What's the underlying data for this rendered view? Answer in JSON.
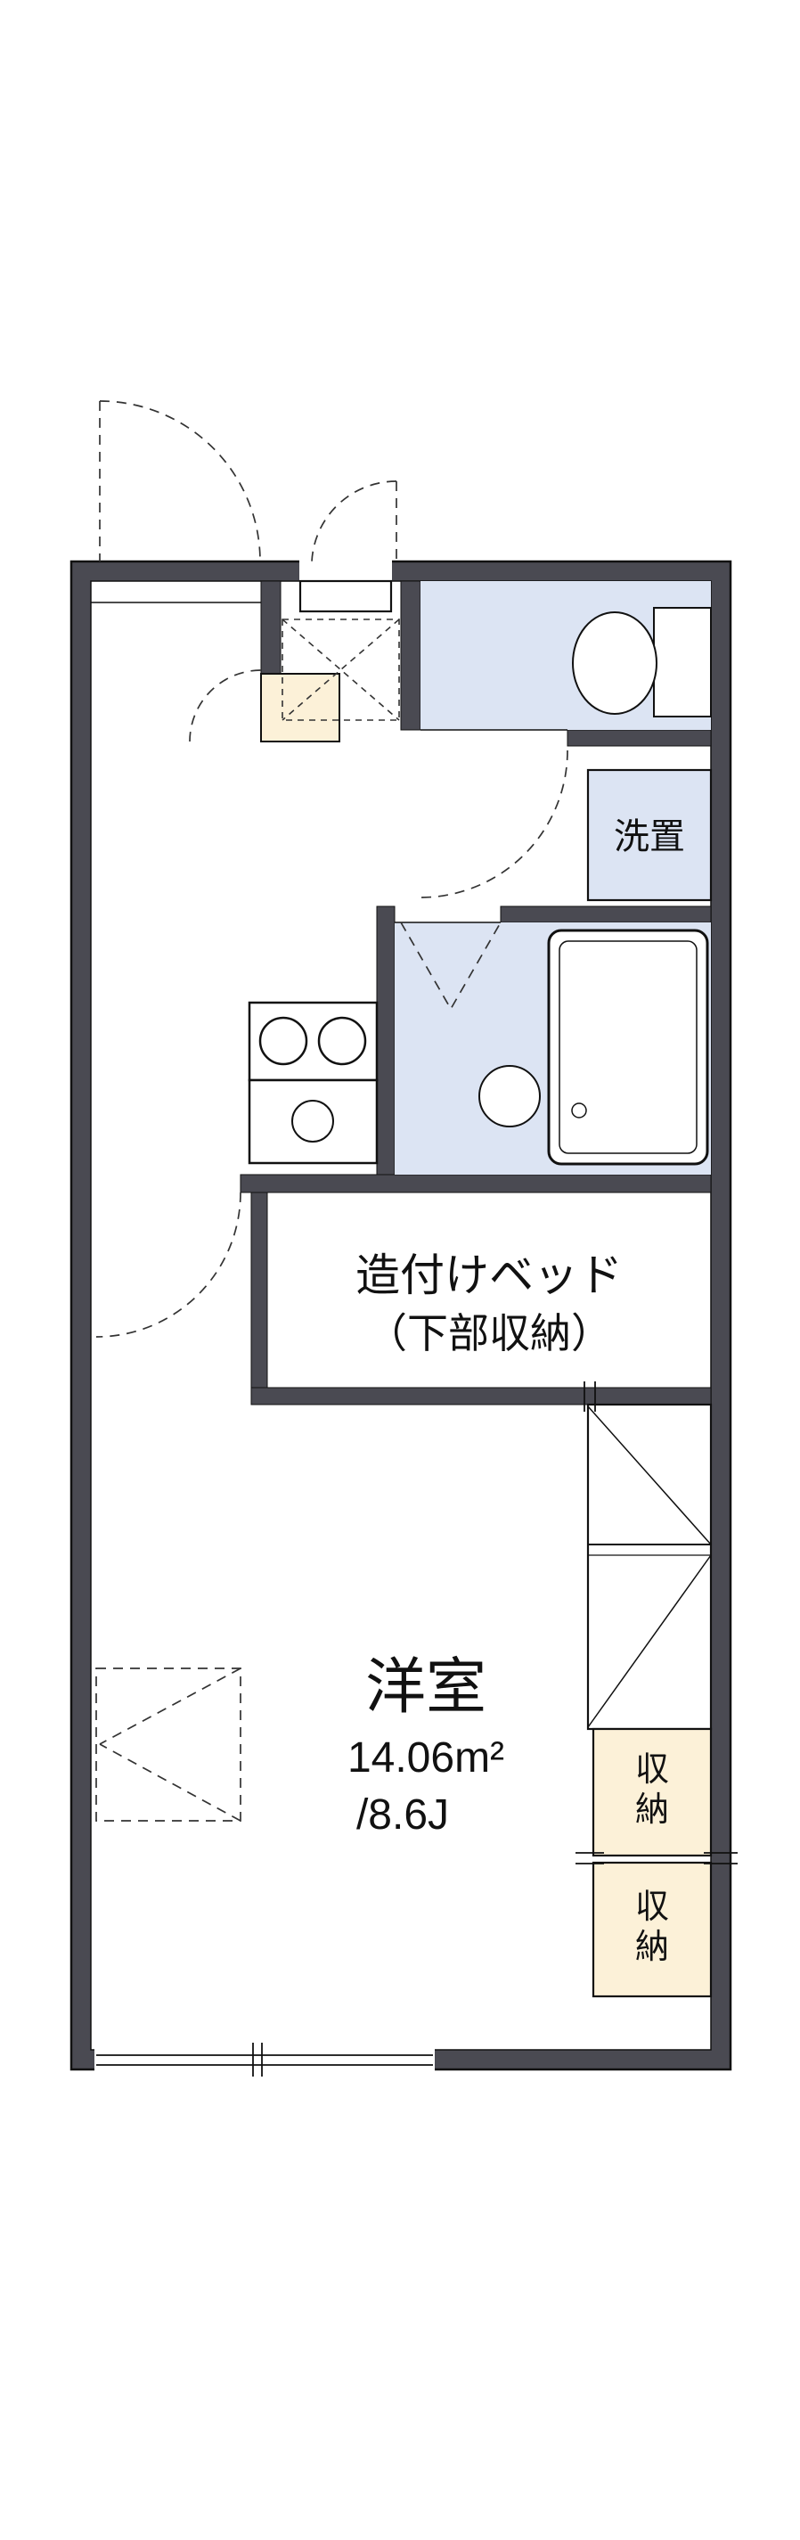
{
  "colors": {
    "wall": "#4a4a52",
    "wet_area": "#dce4f3",
    "storage_fill": "#fcf1d8",
    "outline": "#111111",
    "background": "#ffffff"
  },
  "labels": {
    "washer": "洗置",
    "bed_line1": "造付けベッド",
    "bed_line2": "（下部収納）",
    "room": "洋室",
    "area_m2": "14.06m²",
    "area_jo": "/8.6J",
    "storage_upper": "収納",
    "storage_lower": "収納"
  },
  "fixtures": [
    "toilet-icon",
    "bathtub-icon",
    "wash-stool-icon",
    "stove-icon",
    "sink-icon",
    "washer-space",
    "built-in-bed",
    "entrance-mat",
    "genkan-step",
    "closet-cabinet"
  ]
}
